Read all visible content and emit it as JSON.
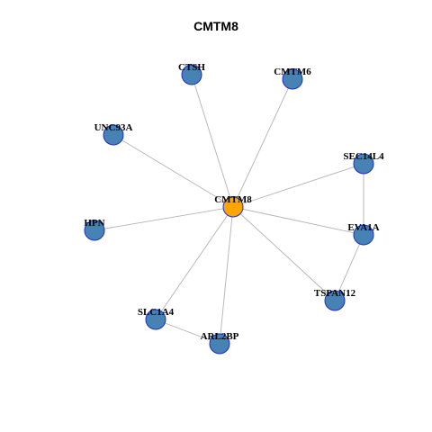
{
  "graph": {
    "title": "CMTM8",
    "colors": {
      "hub_node": "#FFA500",
      "neighbor_node": "#4682B4",
      "node_border": "#1b2fcc",
      "edge": "#b3b3b3"
    },
    "nodes": [
      {
        "id": "CMTM8",
        "label": "CMTM8",
        "role": "hub"
      },
      {
        "id": "CTSH",
        "label": "CTSH",
        "role": "neighbor"
      },
      {
        "id": "CMTM6",
        "label": "CMTM6",
        "role": "neighbor"
      },
      {
        "id": "UNC93A",
        "label": "UNC93A",
        "role": "neighbor"
      },
      {
        "id": "SEC14L4",
        "label": "SEC14L4",
        "role": "neighbor"
      },
      {
        "id": "HPN",
        "label": "HPN",
        "role": "neighbor"
      },
      {
        "id": "EVA1A",
        "label": "EVA1A",
        "role": "neighbor"
      },
      {
        "id": "TSPAN12",
        "label": "TSPAN12",
        "role": "neighbor"
      },
      {
        "id": "SLC1A4",
        "label": "SLC1A4",
        "role": "neighbor"
      },
      {
        "id": "ARL2BP",
        "label": "ARL2BP",
        "role": "neighbor"
      }
    ],
    "edges": [
      {
        "source": "CMTM8",
        "target": "CTSH"
      },
      {
        "source": "CMTM8",
        "target": "CMTM6"
      },
      {
        "source": "CMTM8",
        "target": "UNC93A"
      },
      {
        "source": "CMTM8",
        "target": "SEC14L4"
      },
      {
        "source": "CMTM8",
        "target": "HPN"
      },
      {
        "source": "CMTM8",
        "target": "EVA1A"
      },
      {
        "source": "CMTM8",
        "target": "TSPAN12"
      },
      {
        "source": "CMTM8",
        "target": "SLC1A4"
      },
      {
        "source": "CMTM8",
        "target": "ARL2BP"
      },
      {
        "source": "SEC14L4",
        "target": "EVA1A"
      },
      {
        "source": "EVA1A",
        "target": "TSPAN12"
      },
      {
        "source": "SLC1A4",
        "target": "ARL2BP"
      }
    ]
  }
}
